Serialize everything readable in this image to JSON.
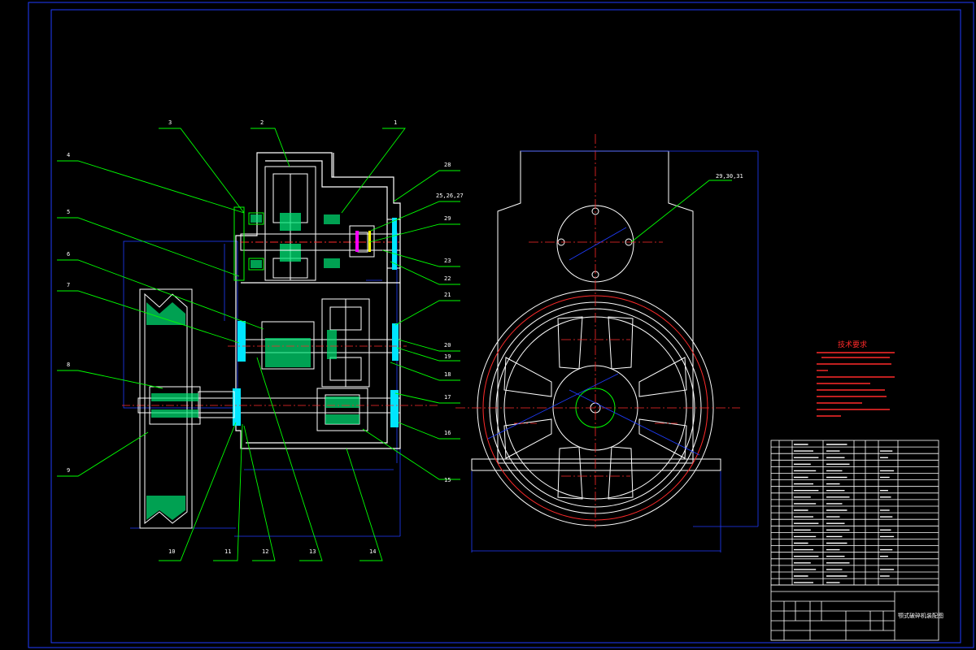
{
  "colors": {
    "background": "#000000",
    "frame": "#1f3cff",
    "callout": "#00ff00",
    "outline": "#ffffff",
    "centerline": "#ff2a2a",
    "hatch": "#00e676",
    "gear_rim": "#00e5ff",
    "accent_magenta": "#ff00ff",
    "accent_yellow": "#ffff00"
  },
  "callouts": {
    "left_column": [
      "4",
      "5",
      "6",
      "7",
      "8",
      "9"
    ],
    "top_row": [
      "3",
      "2",
      "1"
    ],
    "right_column": [
      "28",
      "25,26,27",
      "29",
      "23",
      "22",
      "21",
      "20",
      "19",
      "18",
      "17",
      "16",
      "15"
    ],
    "bottom_row": [
      "10",
      "11",
      "12",
      "13",
      "14"
    ],
    "side_view": "29,30,31"
  },
  "notes": {
    "heading": "技术要求"
  },
  "title_block": {
    "drawing_title": "颚式破碎机装配图"
  }
}
